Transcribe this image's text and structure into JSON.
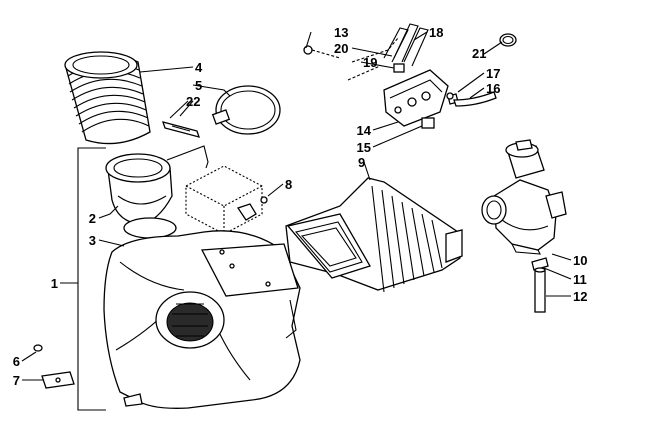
{
  "callouts": [
    {
      "id": "1",
      "text": "1"
    },
    {
      "id": "2",
      "text": "2"
    },
    {
      "id": "3",
      "text": "3"
    },
    {
      "id": "4",
      "text": "4"
    },
    {
      "id": "5",
      "text": "5"
    },
    {
      "id": "6",
      "text": "6"
    },
    {
      "id": "7",
      "text": "7"
    },
    {
      "id": "8",
      "text": "8"
    },
    {
      "id": "9",
      "text": "9"
    },
    {
      "id": "10",
      "text": "10"
    },
    {
      "id": "11",
      "text": "11"
    },
    {
      "id": "12",
      "text": "12"
    },
    {
      "id": "13",
      "text": "13"
    },
    {
      "id": "14",
      "text": "14"
    },
    {
      "id": "15",
      "text": "15"
    },
    {
      "id": "16",
      "text": "16"
    },
    {
      "id": "17",
      "text": "17"
    },
    {
      "id": "18",
      "text": "18"
    },
    {
      "id": "19",
      "text": "19"
    },
    {
      "id": "20",
      "text": "20"
    },
    {
      "id": "21",
      "text": "21"
    },
    {
      "id": "22",
      "text": "22"
    }
  ],
  "colors": {
    "ink": "#000000",
    "background": "#ffffff",
    "shade": "#9a9a9a"
  }
}
